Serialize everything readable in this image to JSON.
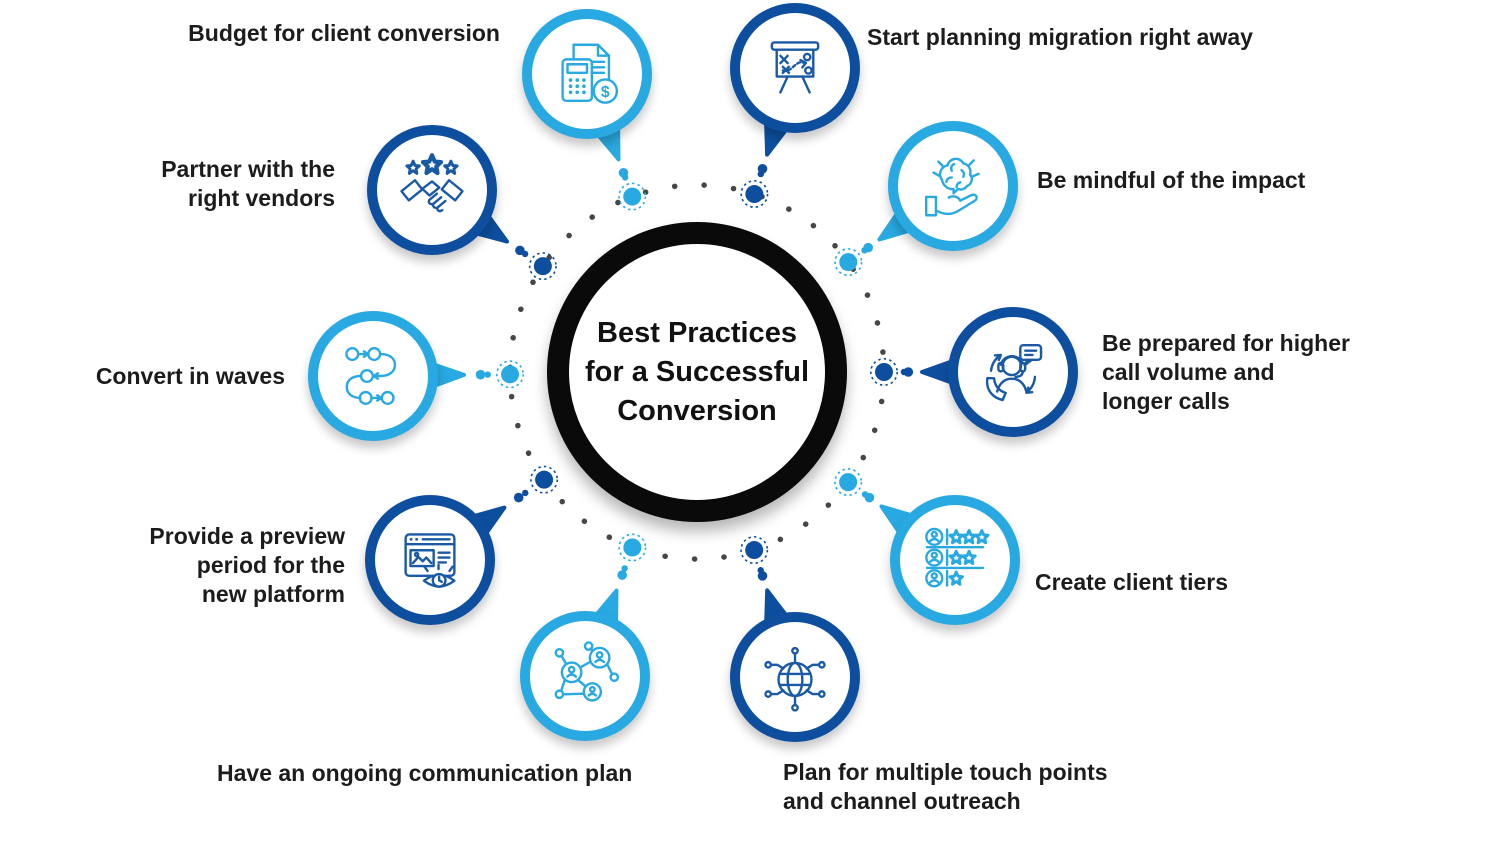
{
  "title": "Best Practices for a Successful Conversion",
  "center": {
    "title": "Best Practices\nfor a Successful\nConversion"
  },
  "palette": {
    "light_blue": "#29A9E1",
    "dark_blue": "#0D4F9E",
    "light_icon": "#29A9E1",
    "dark_icon": "#1A5AA5",
    "center_ring": "#0A0A0A",
    "text_color": "#1C1C1C",
    "ring_dot_color": "#464646",
    "background": "#FFFFFF"
  },
  "icons": {
    "dollar_sign": "$"
  },
  "satellites": [
    {
      "id": "call-volume",
      "label": "Be prepared for higher\ncall volume and\nlonger calls",
      "tone": "dark",
      "icon": "call-center-agent-icon"
    },
    {
      "id": "mindful",
      "label": "Be mindful of the impact",
      "tone": "light",
      "icon": "brain-in-hand-icon"
    },
    {
      "id": "migration",
      "label": "Start planning migration right away",
      "tone": "dark",
      "icon": "strategy-board-icon"
    },
    {
      "id": "budget",
      "label": "Budget for client conversion",
      "tone": "light",
      "icon": "calculator-document-icon"
    },
    {
      "id": "vendors",
      "label": "Partner with the\nright vendors",
      "tone": "dark",
      "icon": "handshake-stars-icon"
    },
    {
      "id": "waves",
      "label": "Convert in waves",
      "tone": "light",
      "icon": "conversion-waves-icon"
    },
    {
      "id": "preview",
      "label": "Provide a preview\nperiod for the\nnew platform",
      "tone": "dark",
      "icon": "preview-browser-eye-icon"
    },
    {
      "id": "communication",
      "label": "Have an ongoing communication plan",
      "tone": "light",
      "icon": "communication-network-icon"
    },
    {
      "id": "touchpoints",
      "label": "Plan for multiple touch points\nand channel outreach",
      "tone": "dark",
      "icon": "globe-network-icon"
    },
    {
      "id": "tiers",
      "label": "Create client tiers",
      "tone": "light",
      "icon": "client-tiers-icon"
    }
  ]
}
